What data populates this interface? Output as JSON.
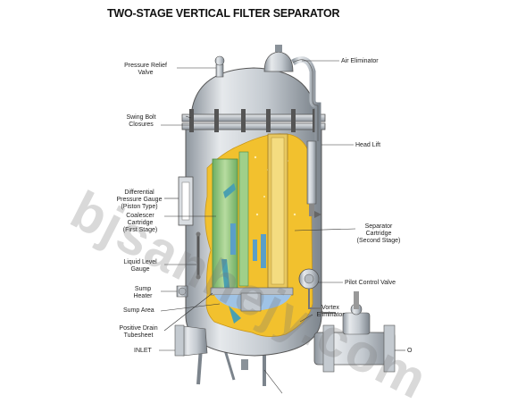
{
  "title": "TWO-STAGE VERTICAL FILTER SEPARATOR",
  "watermark": "bjsanhejy.com",
  "labels": {
    "pressure_relief_valve": [
      "Pressure Relief",
      "Valve"
    ],
    "air_eliminator": "Air Eliminator",
    "swing_bolt_closures": [
      "Swing Bolt",
      "Closures"
    ],
    "head_lift": "Head Lift",
    "differential_pressure_gauge": [
      "Differential",
      "Pressure Gauge",
      "(Piston Type)"
    ],
    "coalescer_cartridge": [
      "Coalescer",
      "Cartridge",
      "(First Stage)"
    ],
    "separator_cartridge": [
      "Separator",
      "Cartridge",
      "(Second Stage)"
    ],
    "liquid_level_gauge": [
      "Liquid Level",
      "Gauge"
    ],
    "pilot_control_valve": "Pilot Control Valve",
    "sump_heater": [
      "Sump",
      "Heater"
    ],
    "sump_area": "Sump Area",
    "vortex_eliminator": [
      "Vortex",
      "Eliminator"
    ],
    "positive_drain_tubesheet": [
      "Positive Drain",
      "Tubesheet"
    ],
    "inlet": "INLET",
    "outlet_partial": "O"
  },
  "colors": {
    "fluid_yellow": "#f2c12e",
    "coalescer_green": "#8cc47a",
    "vessel_gray": "#c9ced4",
    "water_blue": "#9fc3e6"
  }
}
